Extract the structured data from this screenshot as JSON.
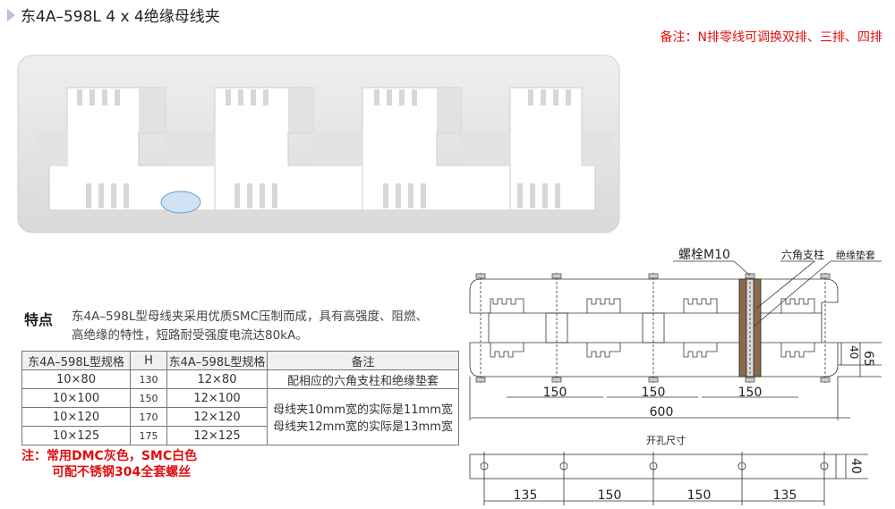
{
  "header": {
    "title": "东4A–598L 4 x 4绝缘母线夹",
    "remark": "备注：N排零线可调换双排、三排、四排"
  },
  "photo": {
    "label": "busbar-clamp-product-photo"
  },
  "features": {
    "heading": "特点",
    "line1": "东4A–598L型母线夹采用优质SMC压制而成，具有高强度、阻燃、",
    "line2": "高绝缘的特性，短路耐受强度电流达80kA。"
  },
  "table": {
    "headers": [
      "东4A–598L型规格",
      "H",
      "东4A–598L型规格",
      "备注"
    ],
    "rows": [
      [
        "10×80",
        "130",
        "12×80"
      ],
      [
        "10×100",
        "150",
        "12×100"
      ],
      [
        "10×120",
        "170",
        "12×120"
      ],
      [
        "10×125",
        "175",
        "12×125"
      ]
    ],
    "remark_row1": "配相应的六角支柱和绝缘垫套",
    "remark_merged_line1": "母线夹10mm宽的实际是11mm宽",
    "remark_merged_line2": "母线夹12mm宽的实际是13mm宽"
  },
  "note": {
    "line1": "注：常用DMC灰色，SMC白色",
    "line2": "可配不锈钢304全套螺丝"
  },
  "drawing": {
    "callouts": [
      "螺栓M10",
      "六角支柱",
      "绝缘垫套"
    ],
    "spacing_top": [
      "150",
      "150",
      "150"
    ],
    "overall": "600",
    "dim_40": "40",
    "dim_65": "65",
    "hole_title": "开孔尺寸",
    "hole_spacing": [
      "135",
      "150",
      "150",
      "135"
    ],
    "hole_height": "40"
  }
}
